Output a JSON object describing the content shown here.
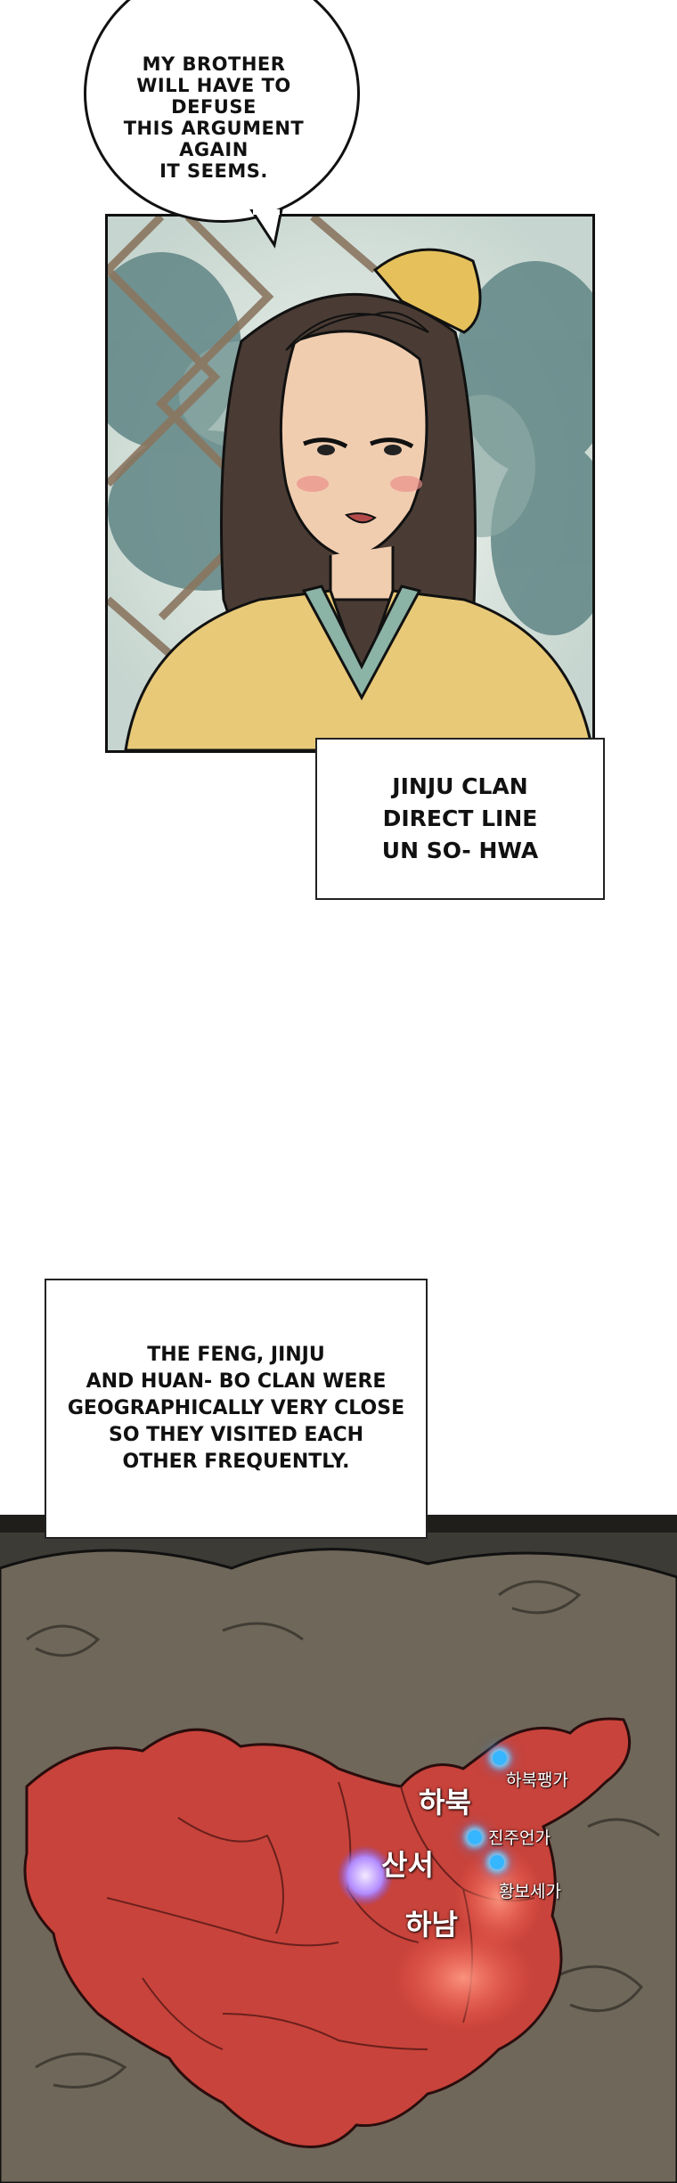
{
  "speech_bubble": {
    "text": "MY BROTHER\nWILL HAVE TO DEFUSE\nTHIS ARGUMENT AGAIN\nIT SEEMS."
  },
  "captions": {
    "character_intro": "JINJU CLAN\nDIRECT LINE\nUN SO- HWA",
    "narration": "THE FENG, JINJU\nAND HUAN- BO CLAN WERE\nGEOGRAPHICALLY  VERY CLOSE\nSO THEY VISITED EACH\nOTHER FREQUENTLY."
  },
  "map": {
    "provinces": {
      "hebei": "하북",
      "shanxi": "산서",
      "henan": "하남"
    },
    "clans": {
      "hebei_feng": "하북팽가",
      "jinju_un": "진주언가",
      "huanbo": "황보세가"
    }
  },
  "colors": {
    "outline": "#111111",
    "map_red": "#c8433b",
    "marker_blue": "#35b6ff",
    "marker_purple": "#b28cff"
  }
}
